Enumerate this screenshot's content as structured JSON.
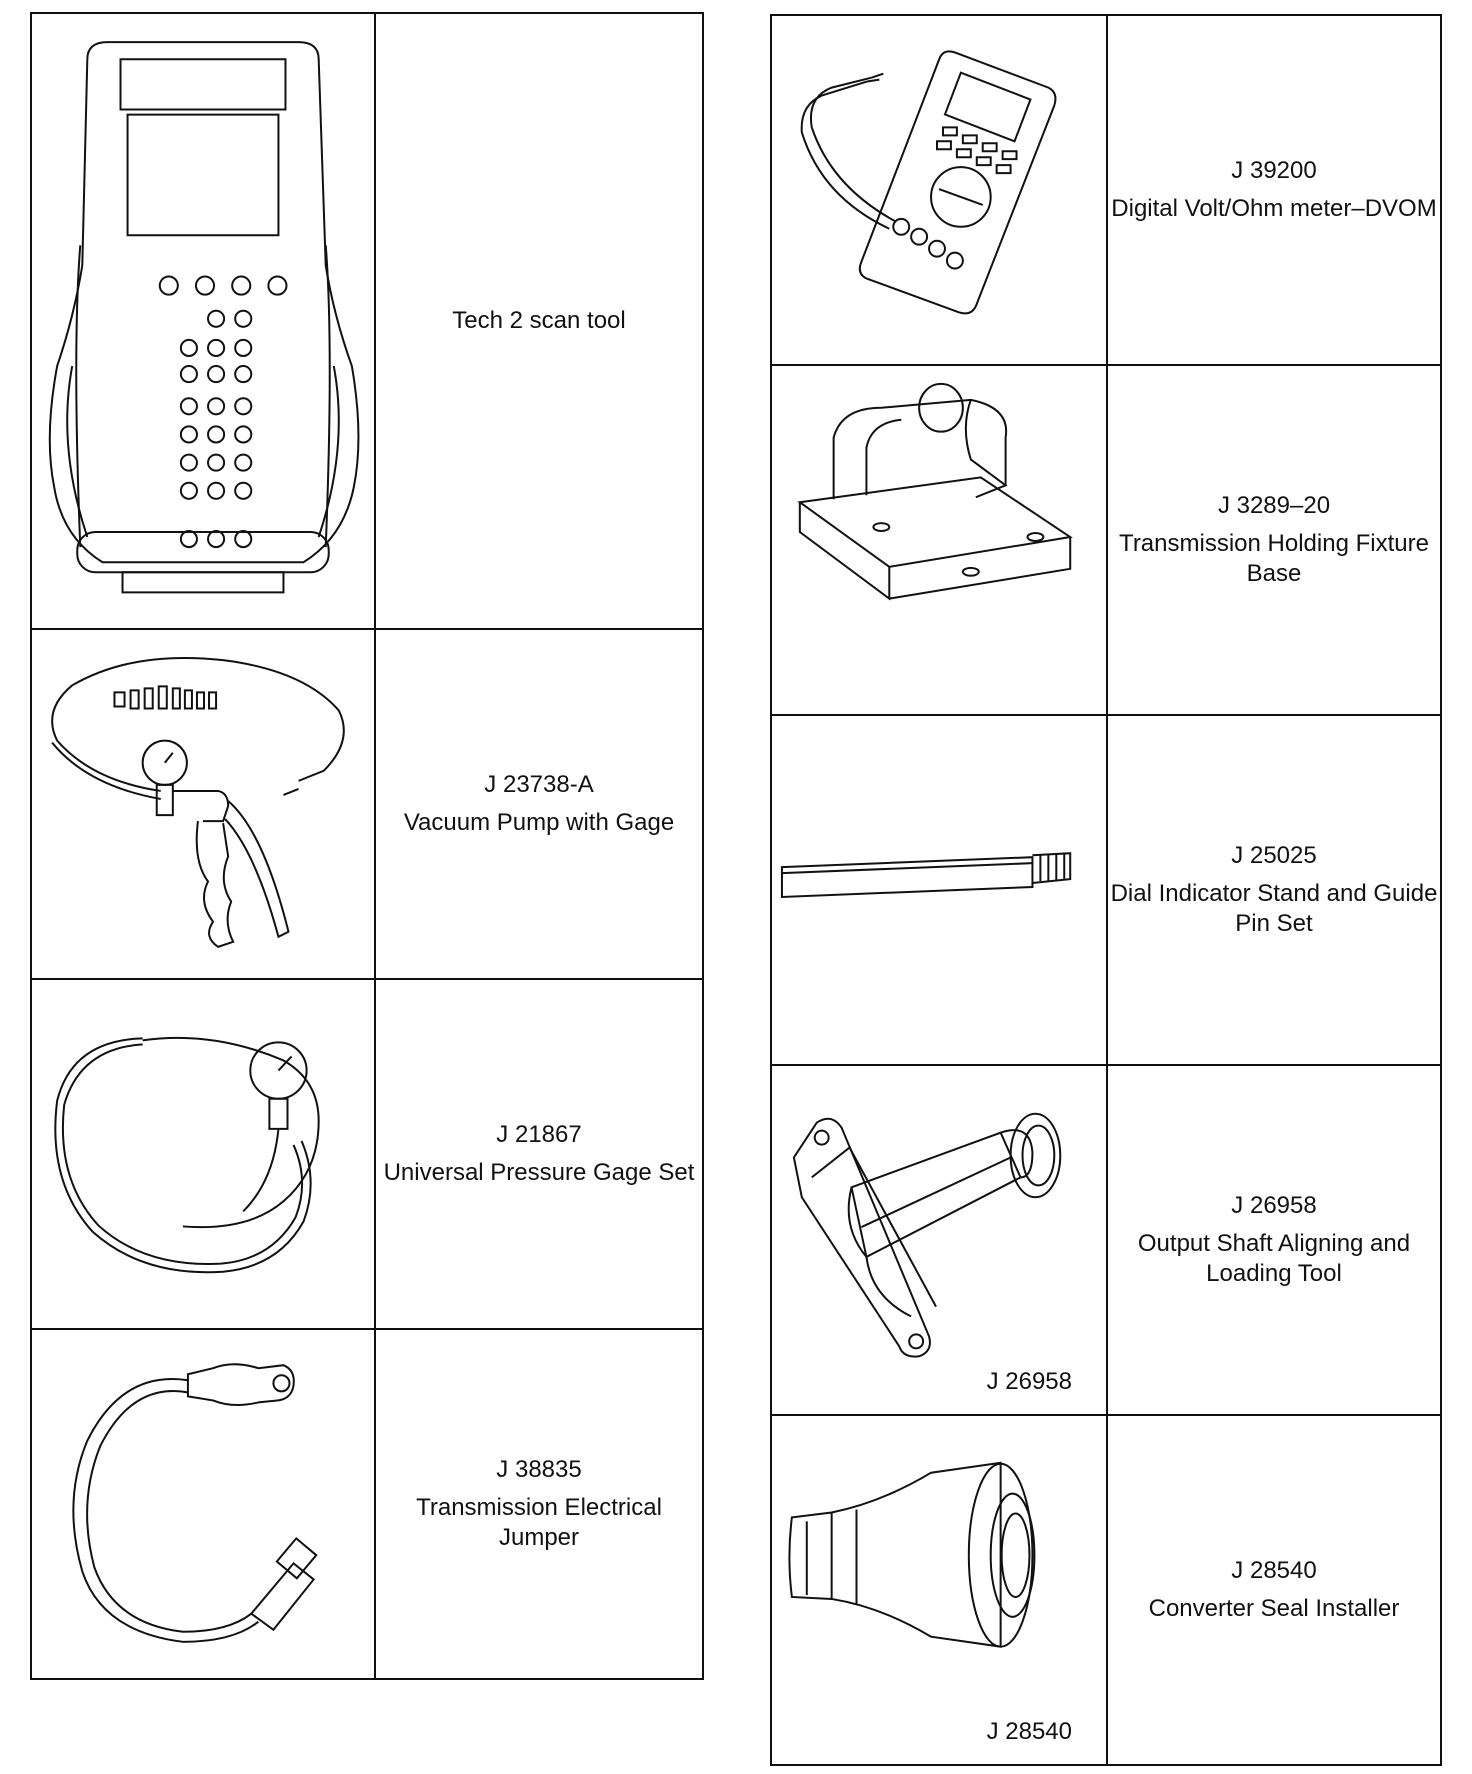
{
  "left_table": [
    {
      "icon": "tech2-scan-tool-icon",
      "number": "",
      "name": "Tech 2 scan tool",
      "figure_label": ""
    },
    {
      "icon": "vacuum-pump-icon",
      "number": "J 23738-A",
      "name": "Vacuum Pump with Gage",
      "figure_label": ""
    },
    {
      "icon": "pressure-gage-icon",
      "number": "J 21867",
      "name": "Universal Pressure Gage Set",
      "figure_label": ""
    },
    {
      "icon": "electrical-jumper-icon",
      "number": "J 38835",
      "name": "Transmission Electrical Jumper",
      "figure_label": ""
    }
  ],
  "right_table": [
    {
      "icon": "dvom-meter-icon",
      "number": "J 39200",
      "name": "Digital Volt/Ohm meter–DVOM",
      "figure_label": ""
    },
    {
      "icon": "holding-fixture-icon",
      "number": "J 3289–20",
      "name": "Transmission Holding Fixture Base",
      "figure_label": ""
    },
    {
      "icon": "guide-pin-icon",
      "number": "J 25025",
      "name": "Dial Indicator Stand and Guide Pin Set",
      "figure_label": ""
    },
    {
      "icon": "aligning-tool-icon",
      "number": "J 26958",
      "name": "Output Shaft Aligning and Loading Tool",
      "figure_label": "J 26958"
    },
    {
      "icon": "seal-installer-icon",
      "number": "J 28540",
      "name": "Converter Seal Installer",
      "figure_label": "J 28540"
    }
  ]
}
